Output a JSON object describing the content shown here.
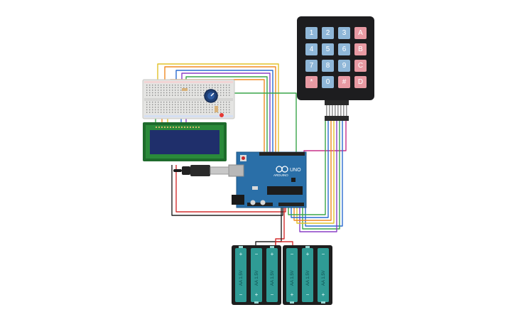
{
  "colors": {
    "background": "#ffffff",
    "arduino": "#2a6fa8",
    "breadboard": "#e4e4e2",
    "lcd_board": "#1e6b2c",
    "lcd_screen": "#1f2f6b",
    "keypad": "#1d1d1f",
    "key_digit": "#8fb7d8",
    "key_letter": "#e89aa3",
    "battery": "#2f9b95",
    "holder": "#1e1e1e",
    "wire_red": "#d32f2f",
    "wire_black": "#222222",
    "wire_green": "#3aa64a",
    "wire_orange": "#f08a22",
    "wire_yellow": "#e2c22a",
    "wire_blue": "#2c6bd0",
    "wire_purple": "#8a3fc6",
    "wire_magenta": "#c8308a"
  },
  "keypad": {
    "keys": [
      [
        "1",
        "2",
        "3",
        "A"
      ],
      [
        "4",
        "5",
        "6",
        "B"
      ],
      [
        "7",
        "8",
        "9",
        "C"
      ],
      [
        "*",
        "0",
        "#",
        "D"
      ]
    ]
  },
  "arduino": {
    "brand": "ARDUINO",
    "model": "UNO",
    "icon": "arduino-infinity-icon"
  },
  "batteries": {
    "label": "AA 1.5V",
    "plus": "+",
    "minus": "−",
    "count": 6
  },
  "breadboard": {
    "icon": "potentiometer-icon"
  }
}
